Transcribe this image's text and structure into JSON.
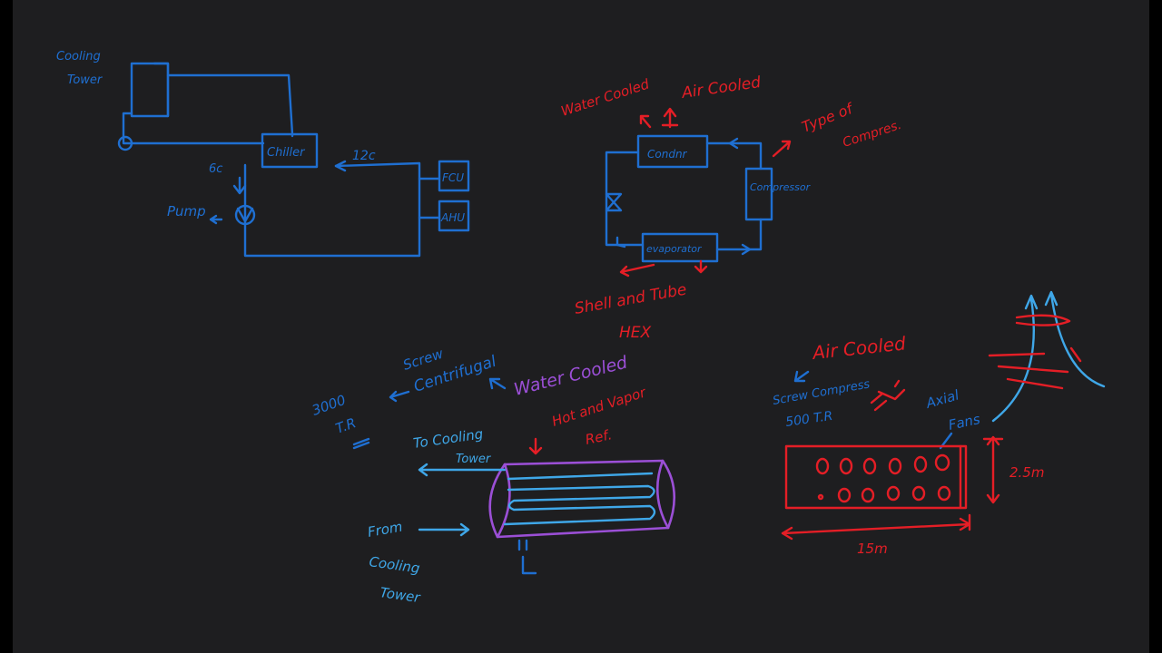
{
  "chiller_loop": {
    "cooling_tower": [
      "Cooling",
      "Tower"
    ],
    "chiller": "Chiller",
    "supply_temp": "6c",
    "return_temp": "12c",
    "pump": "Pump",
    "fcu": "FCU",
    "ahu": "AHU"
  },
  "refrigeration_cycle": {
    "condenser": "Condnr",
    "compressor": "Compressor",
    "evaporator": "evaporator",
    "water_cooled": "Water Cooled",
    "air_cooled": "Air Cooled",
    "type_of_compressor": [
      "Type of",
      "Compres."
    ],
    "shell_and_tube": "Shell and Tube",
    "hex": "HEX"
  },
  "water_cooled_condenser": {
    "capacity": [
      "3000",
      "T.R"
    ],
    "compressor_types": [
      "Screw",
      "Centrifugal"
    ],
    "title": "Water Cooled",
    "hot_vapor": [
      "Hot and Vapor",
      "Ref."
    ],
    "to_cooling_tower": [
      "To Cooling",
      "Tower"
    ],
    "from_cooling_tower": [
      "From",
      "Cooling",
      "Tower"
    ]
  },
  "air_cooled_condenser": {
    "title": "Air Cooled",
    "compressor": [
      "Screw Compress",
      "500 T.R"
    ],
    "fans": [
      "Axial",
      "Fans"
    ],
    "height": "2.5m",
    "length": "15m"
  },
  "colors": {
    "board": "#1e1e20",
    "blue": "#1f6fd1",
    "light_blue": "#3fa7e8",
    "red": "#e41e26",
    "purple": "#9b4fd6"
  }
}
